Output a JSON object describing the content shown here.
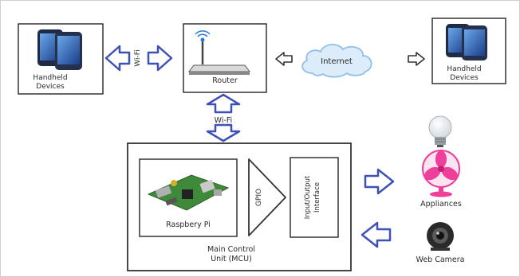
{
  "labels": {
    "handheld_left": [
      "Handheld",
      "Devices"
    ],
    "wifi_top": "Wi-Fi",
    "router": "Router",
    "internet": "Internet",
    "handheld_right": [
      "Handheld",
      "Devices"
    ],
    "wifi_middle": "Wi-Fi",
    "raspberry_pi": "Raspbery Pi",
    "gpio": "GPIO",
    "io_interface": [
      "Input/Output",
      "Interface"
    ],
    "mcu": [
      "Main Control",
      "Unit (MCU)"
    ],
    "appliances": "Appliances",
    "web_camera": "Web Camera"
  },
  "colors": {
    "arrow_blue": "#3f51b5",
    "cloud_blue": "#8fc0e6",
    "box_border": "#333333",
    "phone_body": "#1f2a44",
    "board_green": "#3f8a3a",
    "fan_pink": "#ee3f9a"
  },
  "icons": [
    "smartphone-icon",
    "router-icon",
    "cloud-icon",
    "raspberry-pi-board-icon",
    "light-bulb-icon",
    "fan-icon",
    "web-camera-icon"
  ]
}
